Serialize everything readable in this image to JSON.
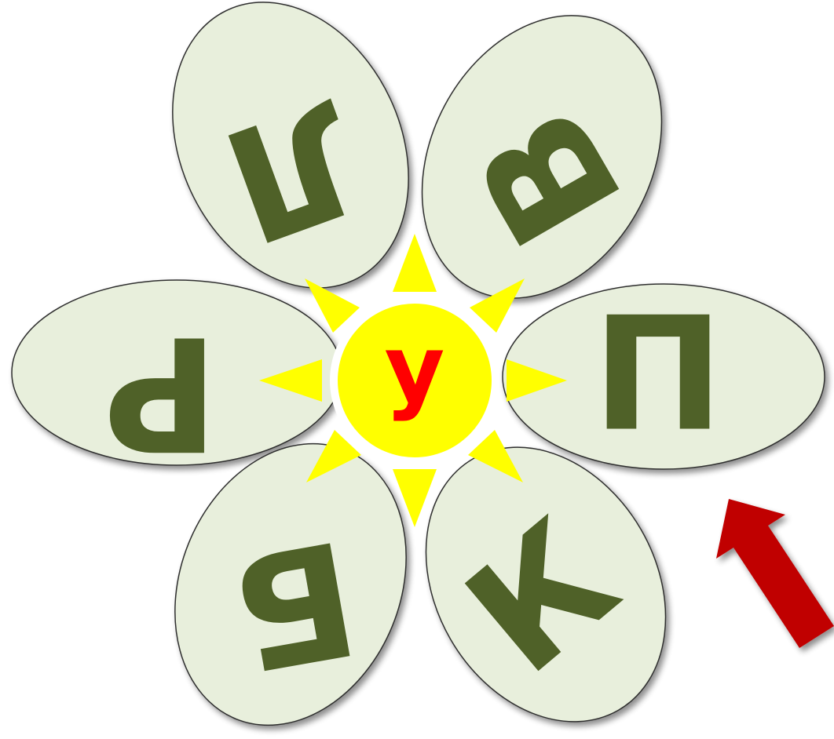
{
  "flower": {
    "petals": [
      {
        "id": "top-left",
        "letter": "Л"
      },
      {
        "id": "top-right",
        "letter": "В"
      },
      {
        "id": "right",
        "letter": "П"
      },
      {
        "id": "bottom-right",
        "letter": "К"
      },
      {
        "id": "bottom-left",
        "letter": "Б"
      },
      {
        "id": "left",
        "letter": "Р"
      }
    ],
    "center_letter": "У"
  },
  "colors": {
    "petal_fill": "#e8efdc",
    "petal_stroke": "#2f2f2f",
    "letter": "#4f6128",
    "sun_fill": "#ffff00",
    "center_letter": "#ff0000",
    "arrow": "#c00000"
  }
}
